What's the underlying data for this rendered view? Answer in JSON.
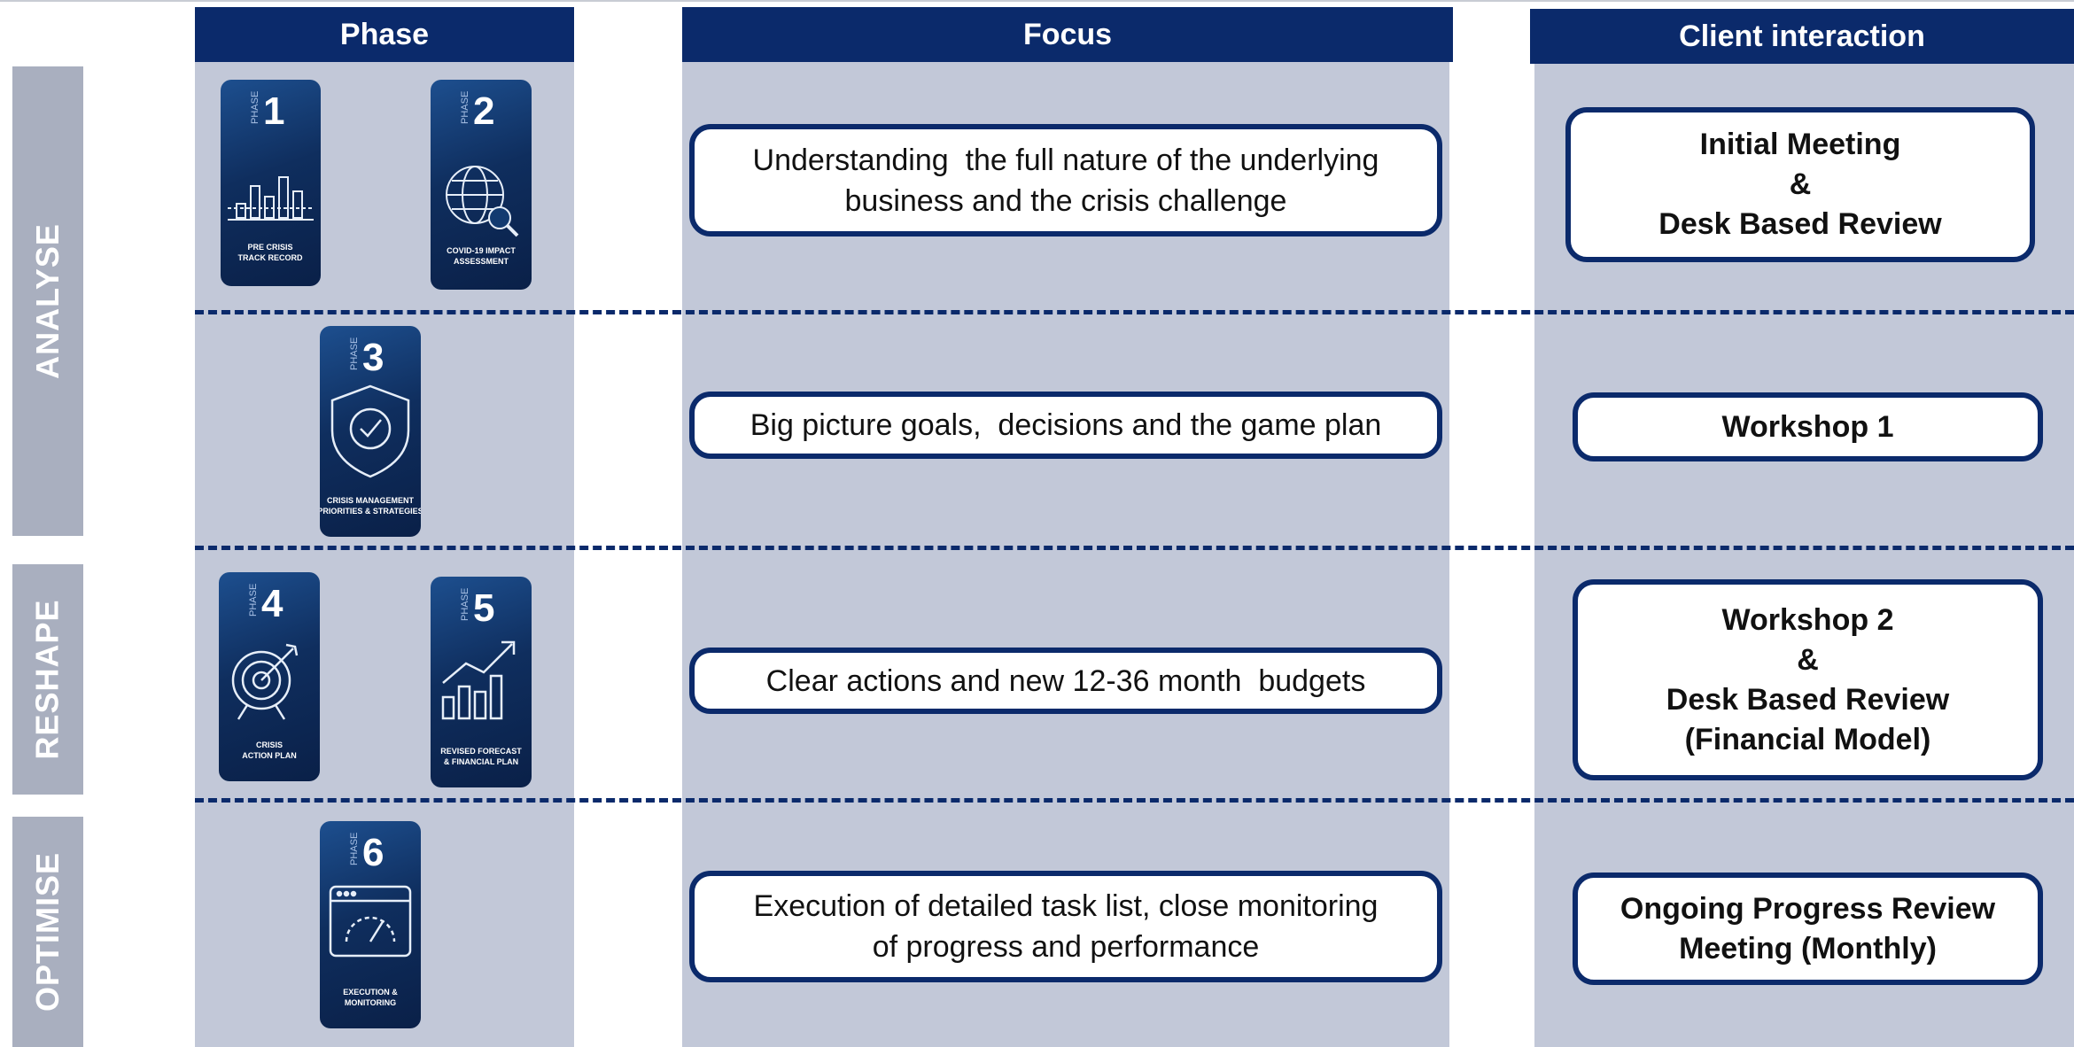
{
  "headers": {
    "phase": "Phase",
    "focus": "Focus",
    "client": "Client interaction"
  },
  "stages": {
    "analyse": "ANALYSE",
    "reshape": "RESHAPE",
    "optimise": "OPTIMISE"
  },
  "phase_word": "PHASE",
  "cards": [
    {
      "number": "1",
      "caption1": "PRE CRISIS",
      "caption2": "TRACK RECORD",
      "icon": "bar-chart-icon"
    },
    {
      "number": "2",
      "caption1": "COVID-19 IMPACT",
      "caption2": "ASSESSMENT",
      "icon": "globe-search-icon"
    },
    {
      "number": "3",
      "caption1": "CRISIS MANAGEMENT",
      "caption2": "PRIORITIES & STRATEGIES",
      "icon": "shield-check-icon"
    },
    {
      "number": "4",
      "caption1": "CRISIS",
      "caption2": "ACTION PLAN",
      "icon": "target-arrow-icon"
    },
    {
      "number": "5",
      "caption1": "REVISED FORECAST",
      "caption2": "& FINANCIAL PLAN",
      "icon": "growth-chart-icon"
    },
    {
      "number": "6",
      "caption1": "EXECUTION &",
      "caption2": "MONITORING",
      "icon": "dashboard-gauge-icon"
    }
  ],
  "focus": [
    {
      "line1": "Understanding  the full nature of the underlying",
      "line2": "business and the crisis challenge"
    },
    {
      "line1": "Big picture goals,  decisions and the game plan"
    },
    {
      "line1": "Clear actions and new 12-36 month  budgets"
    },
    {
      "line1": "Execution of detailed task list, close monitoring",
      "line2": "of progress and performance"
    }
  ],
  "client": [
    {
      "lines": [
        "Initial Meeting",
        "&",
        "Desk Based Review"
      ]
    },
    {
      "lines": [
        "Workshop 1"
      ]
    },
    {
      "lines": [
        "Workshop 2",
        "&",
        "Desk Based Review",
        "(Financial Model)"
      ]
    },
    {
      "lines": [
        "Ongoing Progress Review",
        "Meeting (Monthly)"
      ]
    }
  ],
  "colors": {
    "navy": "#0b2a6b",
    "panel": "#c2c8d8",
    "stage": "#a9afbf"
  }
}
